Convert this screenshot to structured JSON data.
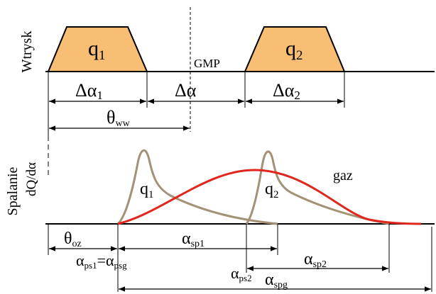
{
  "labels": {
    "wtrysk": "Wtrysk",
    "spalanie": "Spalanie",
    "dq": "dQ/dα",
    "q1_top": "q",
    "q1_top_sub": "1",
    "q2_top": "q",
    "q2_top_sub": "2",
    "gmp": "GMP",
    "d_alpha1": "Δα",
    "d_alpha1_sub": "1",
    "d_alpha": "Δα",
    "d_alpha2": "Δα",
    "d_alpha2_sub": "2",
    "theta_ww": "θ",
    "theta_ww_sub": "ww",
    "q1_curve": "q",
    "q1_curve_sub": "1",
    "q2_curve": "q",
    "q2_curve_sub": "2",
    "gaz": "gaz",
    "theta_oz": "θ",
    "theta_oz_sub": "oz",
    "alpha_sp1": "α",
    "alpha_sp1_sub": "sp1",
    "alpha_ps1": "α",
    "alpha_ps1_sub": "ps1",
    "eq": "=",
    "alpha_psg": "α",
    "alpha_psg_sub": "psg",
    "alpha_sp2": "α",
    "alpha_sp2_sub": "sp2",
    "alpha_ps2": "α",
    "alpha_ps2_sub": "ps2",
    "alpha_spg": "α",
    "alpha_spg_sub": "spg"
  },
  "colors": {
    "trapezoid_fill": "#F7BE74",
    "injection_curve": "#A39276",
    "gas_curve": "#E0261D",
    "line": "#000000"
  }
}
